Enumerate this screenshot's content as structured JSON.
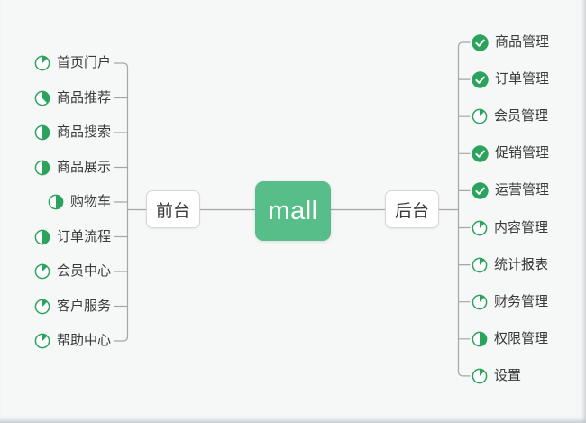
{
  "app": {
    "background": "#f6f7f7",
    "line_color": "#a6a6a6",
    "accent_green": "#57be8a",
    "icon_green": "#2ba35d",
    "text_color": "#3a3a3a"
  },
  "root": {
    "label": "mall"
  },
  "branches": [
    {
      "side": "left",
      "label": "前台",
      "items": [
        {
          "label": "首页门户",
          "progress": 0.125
        },
        {
          "label": "商品推荐",
          "progress": 0.375
        },
        {
          "label": "商品搜索",
          "progress": 0.5
        },
        {
          "label": "商品展示",
          "progress": 0.5
        },
        {
          "label": "购物车",
          "progress": 0.5
        },
        {
          "label": "订单流程",
          "progress": 0.5
        },
        {
          "label": "会员中心",
          "progress": 0.125
        },
        {
          "label": "客户服务",
          "progress": 0.125
        },
        {
          "label": "帮助中心",
          "progress": 0.125
        }
      ]
    },
    {
      "side": "right",
      "label": "后台",
      "items": [
        {
          "label": "商品管理",
          "progress": "done"
        },
        {
          "label": "订单管理",
          "progress": "done"
        },
        {
          "label": "会员管理",
          "progress": 0.125
        },
        {
          "label": "促销管理",
          "progress": "done"
        },
        {
          "label": "运营管理",
          "progress": "done"
        },
        {
          "label": "内容管理",
          "progress": 0.125
        },
        {
          "label": "统计报表",
          "progress": 0.125
        },
        {
          "label": "财务管理",
          "progress": 0.125
        },
        {
          "label": "权限管理",
          "progress": 0.5
        },
        {
          "label": "设置",
          "progress": 0.125
        }
      ]
    }
  ]
}
